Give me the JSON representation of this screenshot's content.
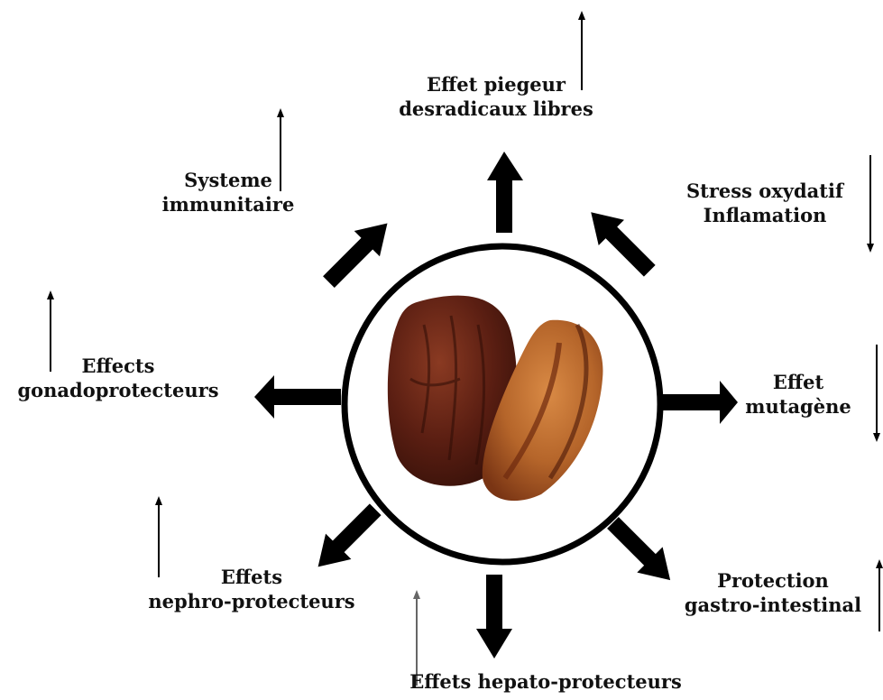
{
  "labels": {
    "top": {
      "line1": "Effet piegeur",
      "line2": "desradicaux libres"
    },
    "top_left": {
      "line1": "Systeme",
      "line2": "immunitaire"
    },
    "top_right": {
      "line1": "Stress oxydatif",
      "line2": "Inflamation"
    },
    "left": {
      "line1": "Effects",
      "line2": "gonadoprotecteurs"
    },
    "right": {
      "line1": "Effet",
      "line2": "mutagène"
    },
    "bottom_left": {
      "line1": "Effets",
      "line2": "nephro-protecteurs"
    },
    "bottom_right": {
      "line1": "Protection",
      "line2": "gastro-intestinal"
    },
    "bottom": {
      "line1": "Effets hepato-protecteurs"
    }
  },
  "trends": {
    "top": "up",
    "top_left": "up",
    "top_right": "down",
    "left": "up",
    "right": "down",
    "bottom_left": "up",
    "bottom_right": "up",
    "bottom": "up"
  },
  "center": {
    "image": "dates-fruit",
    "shape": "circle"
  },
  "colors": {
    "arrow": "#000000",
    "text": "#111111",
    "date_dark": "#5a1e12",
    "date_light": "#b5652a"
  }
}
